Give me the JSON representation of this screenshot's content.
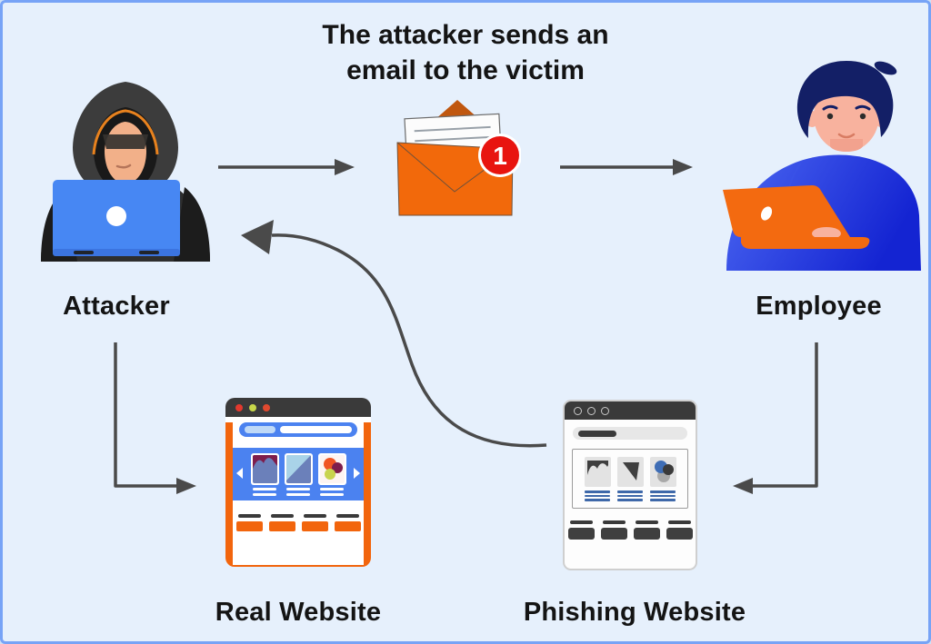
{
  "title": {
    "line1": "The attacker sends an",
    "line2": "email to the victim"
  },
  "nodes": {
    "attacker": {
      "label": "Attacker",
      "icon": "hooded-hacker-at-laptop-icon"
    },
    "email": {
      "icon": "open-envelope-letter-icon",
      "badge_count": "1"
    },
    "employee": {
      "label": "Employee",
      "icon": "man-at-laptop-icon"
    },
    "real_website": {
      "label": "Real Website",
      "icon": "orange-browser-window-icon"
    },
    "phishing_website": {
      "label": "Phishing Website",
      "icon": "gray-browser-window-icon"
    }
  },
  "edges": [
    {
      "from": "attacker",
      "to": "email",
      "style": "straight-right"
    },
    {
      "from": "email",
      "to": "employee",
      "style": "straight-right"
    },
    {
      "from": "attacker",
      "to": "real_website",
      "style": "elbow-down-right"
    },
    {
      "from": "employee",
      "to": "phishing_website",
      "style": "elbow-down-left"
    },
    {
      "from": "phishing_website",
      "to": "attacker",
      "style": "s-curve-up-left"
    }
  ],
  "colors": {
    "background": "#E6F0FC",
    "frame_border": "#77A3F6",
    "text": "#141414",
    "arrow": "#4A4A4A",
    "accent_orange": "#F2650D",
    "accent_blue": "#4B82F0",
    "badge_red": "#E8140F",
    "titlebar_dark": "#3A3A3A"
  }
}
